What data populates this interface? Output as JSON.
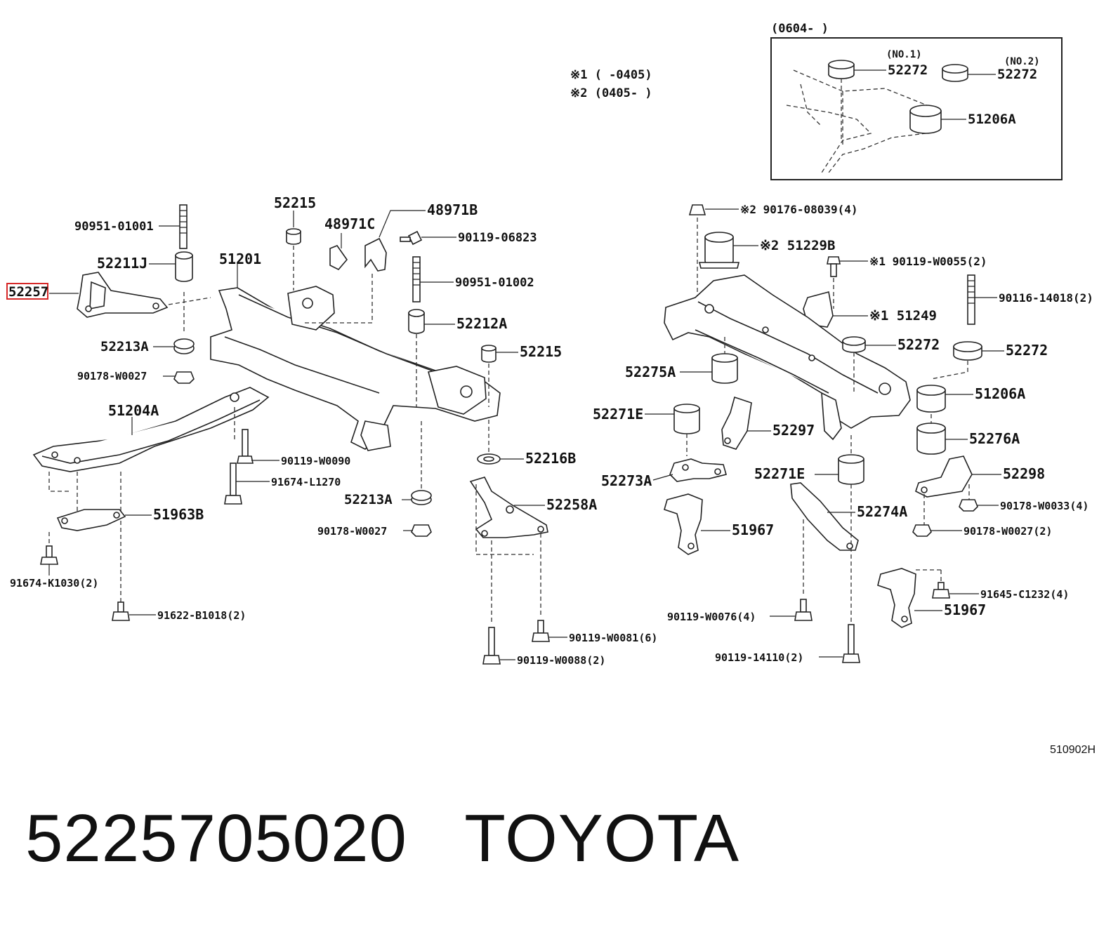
{
  "notes": {
    "note1": "※1 (    -0405)",
    "note2": "※2 (0405-    )"
  },
  "inset": {
    "range": "(0604-    )",
    "no1": "(NO.1)",
    "no2": "(NO.2)",
    "label_a": "52272",
    "label_b": "52272",
    "label_c": "51206A"
  },
  "left_labels": {
    "p90951_01001": "90951-01001",
    "p52211J": "52211J",
    "p52257": "52257",
    "p52213A_top": "52213A",
    "p90178_W0027_top": "90178-W0027",
    "p52215_top": "52215",
    "p51201": "51201",
    "p48971C": "48971C",
    "p48971B": "48971B",
    "p90119_06823": "90119-06823",
    "p90951_01002": "90951-01002",
    "p52212A": "52212A",
    "p52215_right": "52215",
    "p51204A": "51204A",
    "p90119_W0090": "90119-W0090",
    "p91674_L1270": "91674-L1270",
    "p52216B": "52216B",
    "p52213A_bot": "52213A",
    "p52258A": "52258A",
    "p90178_W0027_bot": "90178-W0027",
    "p51963B": "51963B",
    "p91674_K1030": "91674-K1030(2)",
    "p91622_B1018": "91622-B1018(2)",
    "p90119_W0081": "90119-W0081(6)",
    "p90119_W0088": "90119-W0088(2)"
  },
  "right_labels": {
    "p90176_08039": "※2 90176-08039(4)",
    "p51229B": "※2 51229B",
    "p90119_W0055": "※1 90119-W0055(2)",
    "p90116_14018": "90116-14018(2)",
    "p51249": "※1 51249",
    "p52272_a": "52272",
    "p52272_b": "52272",
    "p52275A": "52275A",
    "p51206A": "51206A",
    "p52271E_a": "52271E",
    "p52297": "52297",
    "p52276A": "52276A",
    "p52273A": "52273A",
    "p52271E_b": "52271E",
    "p52298": "52298",
    "p90178_W0033": "90178-W0033(4)",
    "p52274A": "52274A",
    "p90178_W0027": "90178-W0027(2)",
    "p51967_a": "51967",
    "p91645_C1232": "91645-C1232(4)",
    "p51967_b": "51967",
    "p90119_W0076": "90119-W0076(4)",
    "p90119_14110": "90119-14110(2)"
  },
  "highlight_color": "#d62828",
  "diagram_code": "510902H",
  "footer": {
    "part_number": "5225705020",
    "brand": "TOYOTA"
  }
}
